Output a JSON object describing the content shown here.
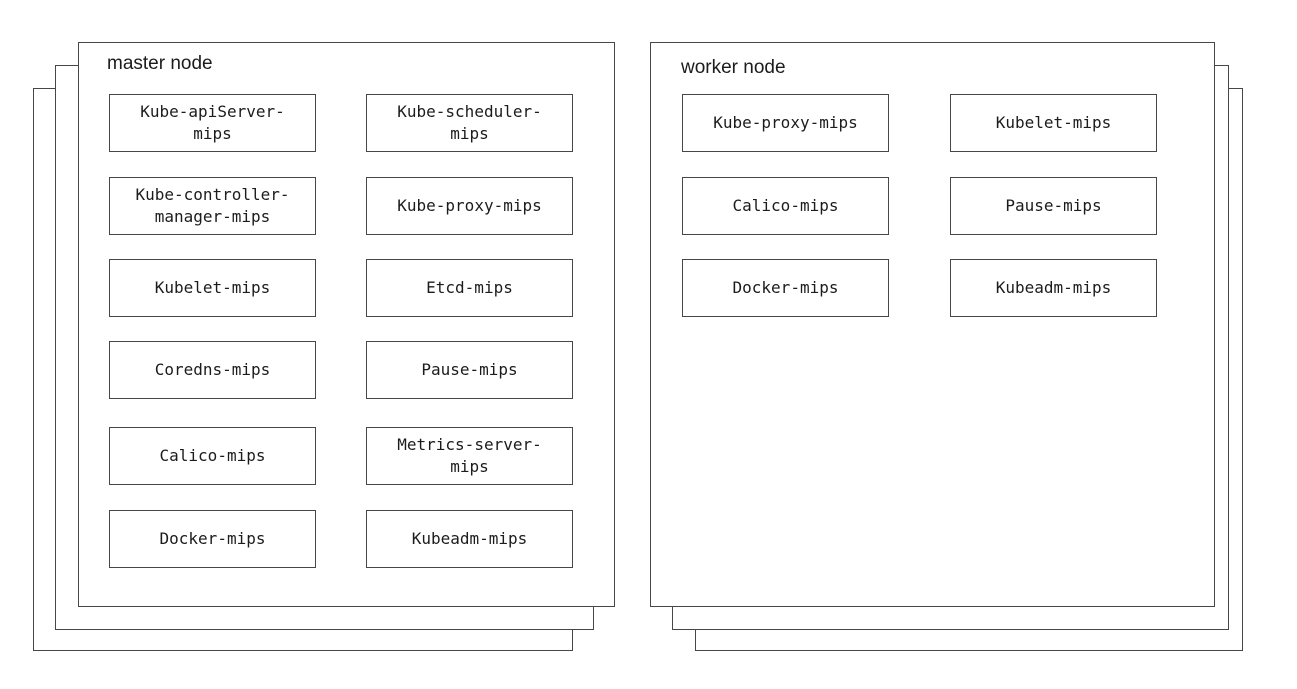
{
  "master": {
    "title": "master node",
    "boxes": [
      "Kube-apiServer-\nmips",
      "Kube-scheduler-\nmips",
      "Kube-controller-\nmanager-mips",
      "Kube-proxy-mips",
      "Kubelet-mips",
      "Etcd-mips",
      "Coredns-mips",
      "Pause-mips",
      "Calico-mips",
      "Metrics-server-\nmips",
      "Docker-mips",
      "Kubeadm-mips"
    ]
  },
  "worker": {
    "title": "worker node",
    "boxes": [
      "Kube-proxy-mips",
      "Kubelet-mips",
      "Calico-mips",
      "Pause-mips",
      "Docker-mips",
      "Kubeadm-mips"
    ]
  },
  "colors": {
    "border": "#474747",
    "text": "#1c1c1c",
    "background": "#ffffff"
  }
}
